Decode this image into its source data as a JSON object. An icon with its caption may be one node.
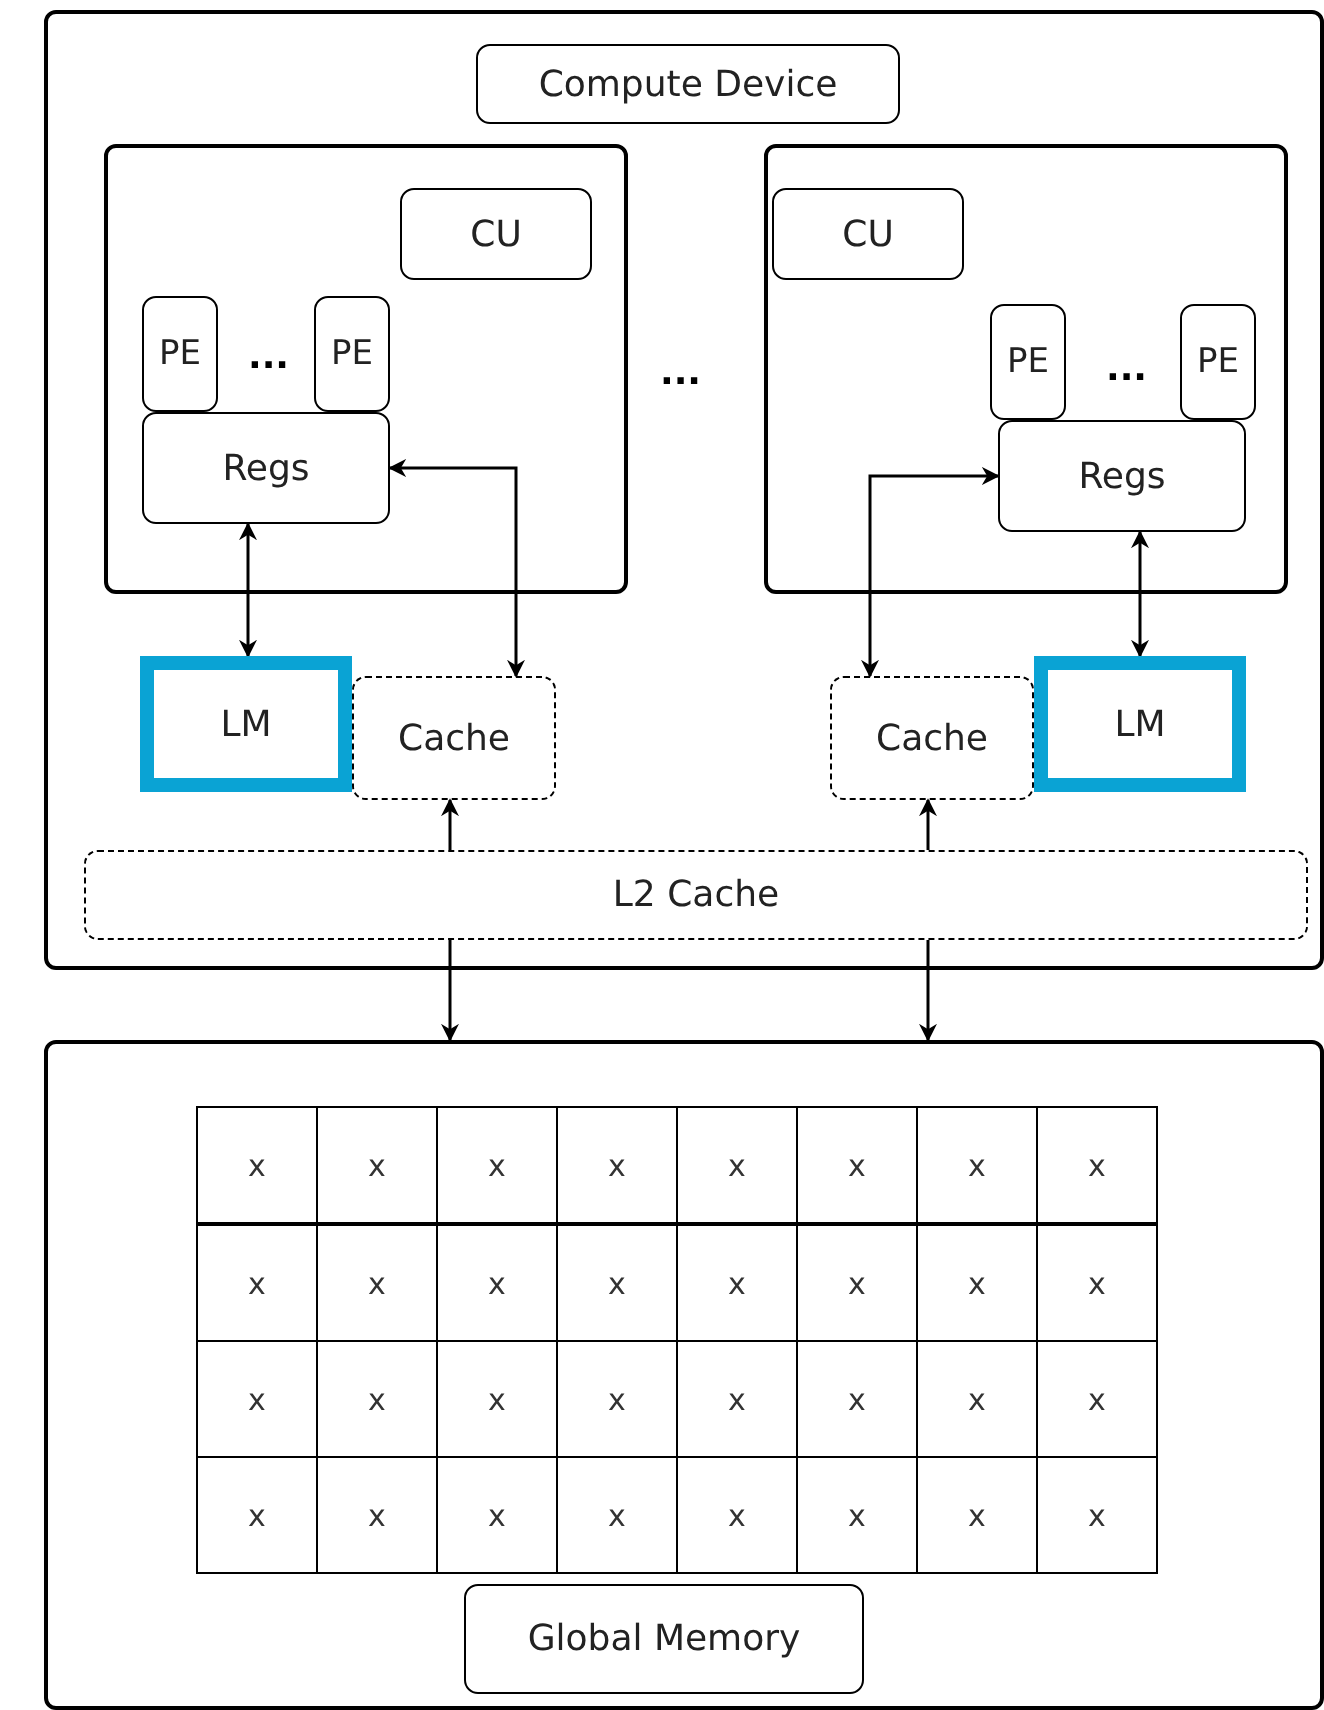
{
  "diagram": {
    "nodes": [
      {
        "text": [],
        "shape": "box"
      },
      {
        "text": [
          "Compute Device"
        ],
        "in": 0
      },
      {
        "text": [],
        "shape": "box",
        "in": 0
      },
      {
        "text": [
          "CU"
        ],
        "in": 2
      },
      {
        "text": [
          "PE"
        ],
        "in": 2
      },
      {
        "text": [
          "PE"
        ],
        "in": 2
      },
      {
        "text": [
          "Regs"
        ],
        "in": 2
      },
      {
        "text": [],
        "shape": "box",
        "in": 0
      },
      {
        "text": [
          "CU"
        ],
        "in": 7
      },
      {
        "text": [
          "PE"
        ],
        "in": 7
      },
      {
        "text": [
          "PE"
        ],
        "in": 7
      },
      {
        "text": [
          "Regs"
        ],
        "in": 7
      },
      {
        "text": [
          "LM"
        ],
        "in": 0
      },
      {
        "text": [
          "Cache"
        ],
        "in": 0
      },
      {
        "text": [
          "Cache"
        ],
        "in": 0
      },
      {
        "text": [
          "LM"
        ],
        "in": 0
      },
      {
        "text": [
          "L2 Cache"
        ],
        "in": 0
      },
      {
        "text": [],
        "shape": "box"
      },
      {
        "text": [
          "Global Memory"
        ],
        "in": 17
      }
    ],
    "edges": [
      {
        "from": 6,
        "to": 12,
        "arrow": "both"
      },
      {
        "from": 6,
        "to": 13,
        "arrow": "both"
      },
      {
        "from": 11,
        "to": 14,
        "arrow": "both"
      },
      {
        "from": 11,
        "to": 15,
        "arrow": "both"
      },
      {
        "from": 16,
        "to": 13,
        "arrow": "to"
      },
      {
        "from": 16,
        "to": 17,
        "arrow": "to"
      },
      {
        "from": 16,
        "to": 14,
        "arrow": "to"
      },
      {
        "from": 16,
        "to": 17,
        "arrow": "to"
      }
    ],
    "labels": [
      "...",
      "...",
      "...",
      "x",
      "x",
      "x",
      "x",
      "x",
      "x",
      "x",
      "x",
      "x",
      "x",
      "x",
      "x",
      "x",
      "x",
      "x",
      "x",
      "x",
      "x",
      "x",
      "x",
      "x",
      "x",
      "x",
      "x",
      "x",
      "x",
      "x",
      "x",
      "x",
      "x",
      "x",
      "x"
    ]
  }
}
